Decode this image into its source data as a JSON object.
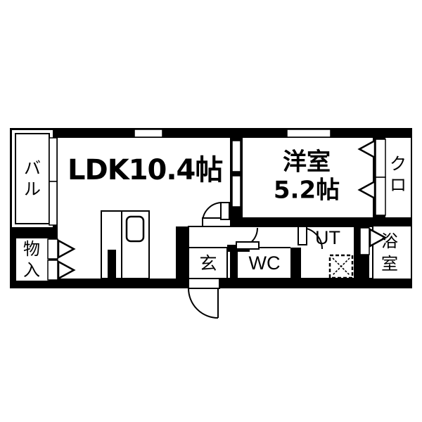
{
  "plan": {
    "type": "floor-plan",
    "title_visible": false,
    "background_color": "#ffffff",
    "wall_color": "#000000",
    "room_fill_color": "#ffffff",
    "line_color": "#000000"
  },
  "rooms": {
    "ldk": {
      "name": "LDK10.4帖",
      "label_line1": "LDK10.4帖",
      "area_jo": "10.4",
      "unit": "帖"
    },
    "western_room": {
      "label_line1": "洋室",
      "label_line2": "5.2帖",
      "area_jo": "5.2",
      "unit": "帖"
    },
    "balcony": {
      "label": "バル",
      "char1": "バ",
      "char2": "ル"
    },
    "storage": {
      "label": "物入",
      "char1": "物",
      "char2": "入"
    },
    "closet": {
      "label": "クロ",
      "char1": "ク",
      "char2": "ロ"
    },
    "bathroom": {
      "label": "浴室",
      "char1": "浴",
      "char2": "室"
    },
    "entrance": {
      "label": "玄"
    },
    "toilet": {
      "label": "WC"
    },
    "utility": {
      "label": "UT"
    }
  },
  "fixtures": {
    "kitchen_counter": "kitchen-counter",
    "kitchen_sink": "kitchen-sink",
    "washer_pan": "washing-machine-pan",
    "window_ldk": "window",
    "window_bedroom": "window"
  },
  "doors": {
    "entrance_door": "hinged-door-entrance",
    "ldk_door": "hinged-door-ldk",
    "bedroom_door": "hinged-door-bedroom",
    "toilet_door": "hinged-door-wc",
    "utility_door": "hinged-door-ut",
    "bathroom_door": "sliding-door-bathroom",
    "closet_doors": "folding-doors-closet",
    "storage_doors": "folding-doors-storage"
  }
}
